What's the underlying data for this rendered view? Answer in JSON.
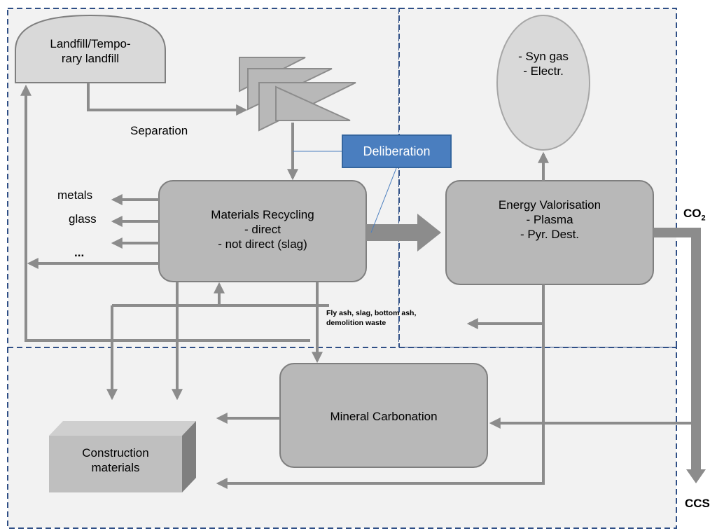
{
  "nodes": {
    "landfill": "Landfill/Tempo-\nrary landfill",
    "separation": "Separation",
    "deliberation": "Deliberation",
    "materials_recycling": "Materials  Recycling\n- direct\n- not direct (slag)",
    "energy_valorisation": "Energy Valorisation\n-  Plasma\n-  Pyr. Dest.",
    "syngas": "- Syn gas\n- Electr.",
    "mineral_carbonation": "Mineral  Carbonation",
    "construction_materials": "Construction\nmaterials"
  },
  "outputs": {
    "metals": "metals",
    "glass": "glass",
    "ellipsis": "..."
  },
  "residues": "Fly ash, slag, bottom ash,\ndemolition waste",
  "co2": {
    "main": "CO",
    "sub": "2"
  },
  "ccs": "CCS",
  "colors": {
    "box_fill": "#b8b8b8",
    "box_stroke": "#7f7f7f",
    "arrow": "#8c8c8c",
    "region_border": "#2f4f86",
    "region_fill": "#f2f2f2",
    "deliberation_fill": "#4a7ebf"
  }
}
